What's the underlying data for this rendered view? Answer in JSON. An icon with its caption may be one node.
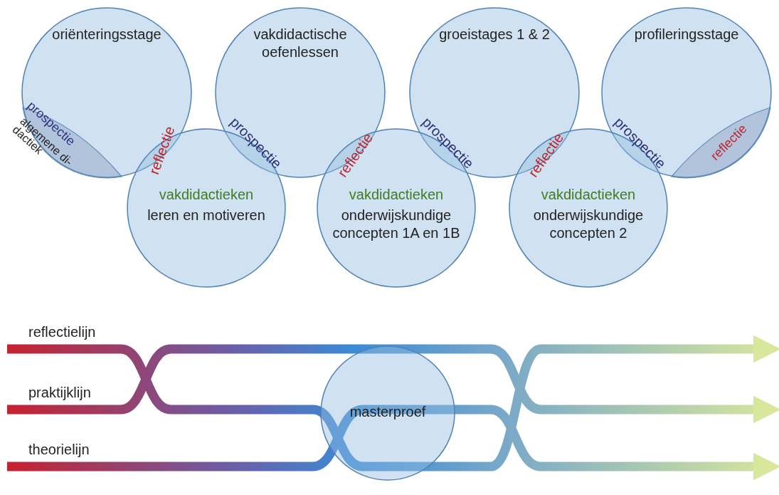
{
  "diagram": {
    "nodes": [
      {
        "text": [
          "oriënteringsstage"
        ]
      },
      {
        "text": [
          "prospectie",
          "algemene di- dactiek"
        ],
        "in": 0
      },
      {
        "text": [
          "vakdidactische oefenlessen"
        ]
      },
      {
        "text": [
          "groeistages 1 & 2"
        ]
      },
      {
        "text": [
          "profileringsstage"
        ]
      },
      {
        "text": [
          "reflectie"
        ],
        "in": 4
      },
      {
        "text": [
          "vakdidactieken",
          "leren en motiveren"
        ]
      },
      {
        "text": [
          "vakdidactieken",
          "onderwijskundige concepten 1A en 1B"
        ]
      },
      {
        "text": [
          "vakdidactieken",
          "onderwijskundige concepten 2"
        ]
      },
      {
        "text": [
          "reflectielijn"
        ]
      },
      {
        "text": [
          "praktijklijn"
        ]
      },
      {
        "text": [
          "theorielijn"
        ]
      },
      {
        "text": [
          "masterproef"
        ]
      }
    ],
    "edges": [
      {
        "from": 9,
        "to": null,
        "arrow": "to"
      },
      {
        "from": 10,
        "to": null,
        "arrow": "to"
      },
      {
        "from": 11,
        "to": null,
        "arrow": "to"
      }
    ],
    "labels": [
      "reflectie",
      "prospectie",
      "reflectie",
      "prospectie",
      "reflectie",
      "prospectie"
    ]
  }
}
